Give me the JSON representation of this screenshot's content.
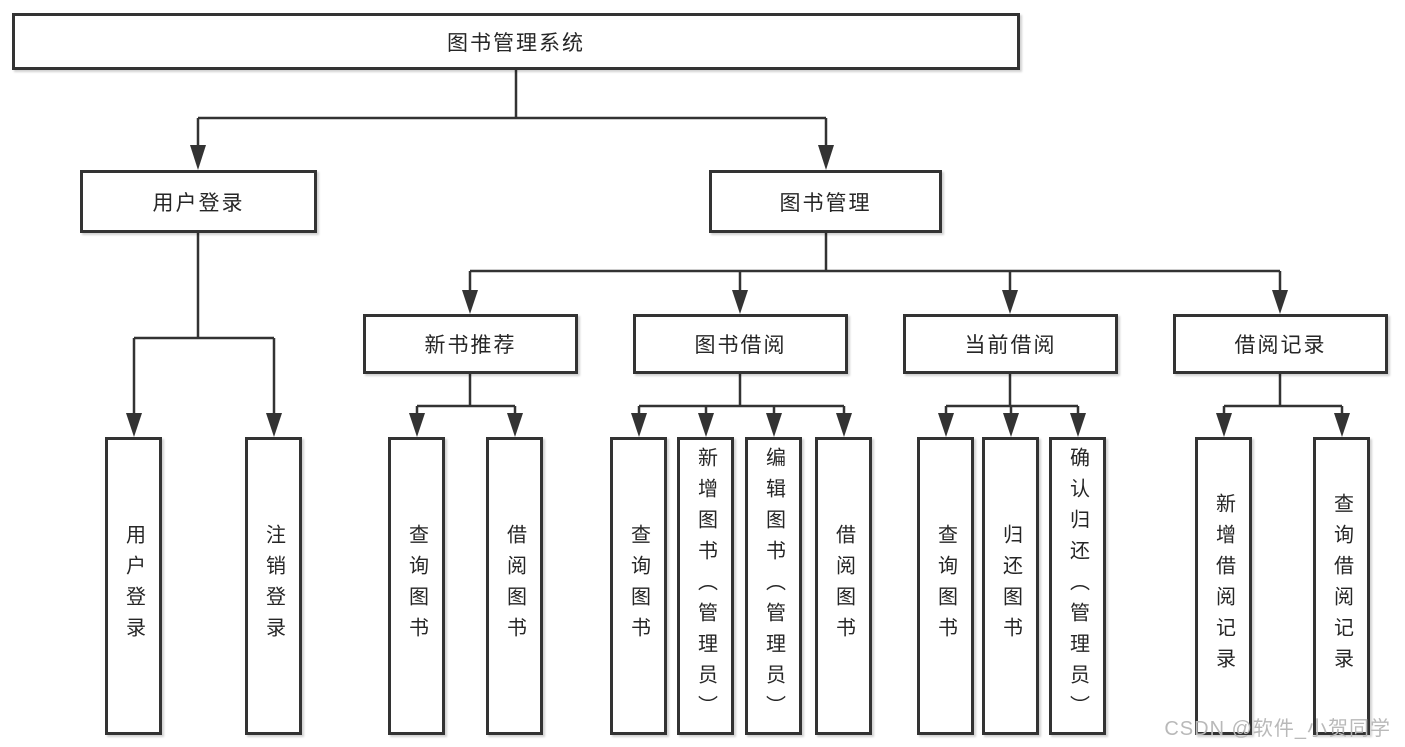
{
  "diagram": {
    "root": {
      "label": "图书管理系统"
    },
    "branches": [
      {
        "label": "用户登录",
        "children": [
          {
            "label": "用户登录"
          },
          {
            "label": "注销登录"
          }
        ]
      },
      {
        "label": "图书管理",
        "groups": [
          {
            "label": "新书推荐",
            "children": [
              {
                "label": "查询图书"
              },
              {
                "label": "借阅图书"
              }
            ]
          },
          {
            "label": "图书借阅",
            "children": [
              {
                "label": "查询图书"
              },
              {
                "label": "新增图书（管理员）"
              },
              {
                "label": "编辑图书（管理员）"
              },
              {
                "label": "借阅图书"
              }
            ]
          },
          {
            "label": "当前借阅",
            "children": [
              {
                "label": "查询图书"
              },
              {
                "label": "归还图书"
              },
              {
                "label": "确认归还（管理员）"
              }
            ]
          },
          {
            "label": "借阅记录",
            "children": [
              {
                "label": "新增借阅记录"
              },
              {
                "label": "查询借阅记录"
              }
            ]
          }
        ]
      }
    ]
  },
  "watermark": {
    "text": "CSDN @软件_小贺同学"
  },
  "colors": {
    "line": "#333333",
    "box_border": "#333333",
    "text": "#262626",
    "watermark": "#b9b9b9",
    "background": "#ffffff"
  }
}
